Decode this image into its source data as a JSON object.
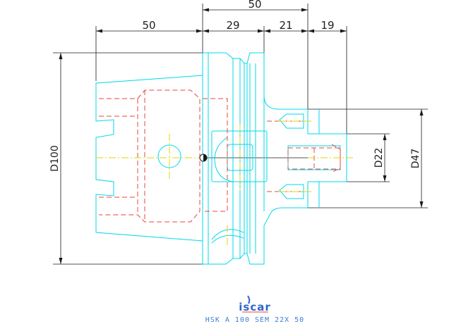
{
  "dimensions": {
    "top_overall": "50",
    "left_length": "50",
    "flange": "29",
    "collar": "21",
    "nose": "19",
    "diameter_overall": "D100",
    "diameter_collar": "D47",
    "diameter_bore": "D22"
  },
  "title_block": {
    "logo": "iscar",
    "designation": "HSK A 100 SEM 22X 50"
  },
  "colors": {
    "outline": "#00d8e8",
    "hidden": "#e8453c",
    "centerline": "#e6d600",
    "dimension": "#1a1a1a",
    "logo": "#2f66c8"
  }
}
